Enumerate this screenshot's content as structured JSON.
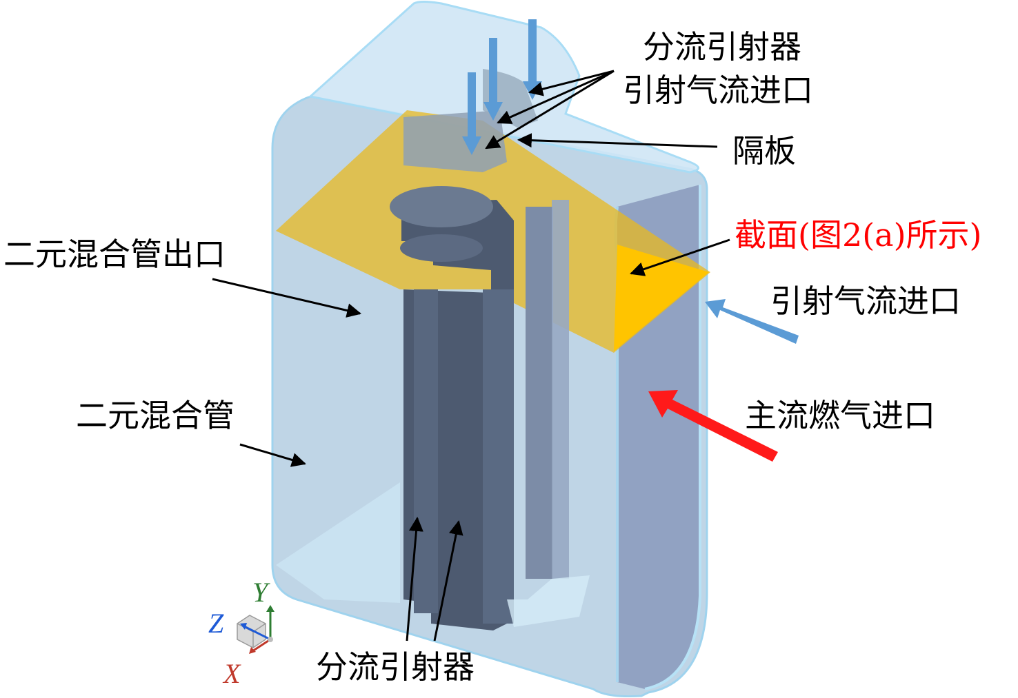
{
  "labels": {
    "splitter_top": "分流引射器",
    "ejector_inlet_top": "引射气流进口",
    "partition": "隔板",
    "section": "截面(图2(a)所示)",
    "mix_outlet": "二元混合管出口",
    "ejector_inlet_right": "引射气流进口",
    "mixing_tube": "二元混合管",
    "main_inlet": "主流燃气进口",
    "splitter_bottom": "分流引射器"
  },
  "axes": {
    "x": "X",
    "y": "Y",
    "z": "Z"
  },
  "colors": {
    "casing": "#bcd9ec",
    "section_plane": "#e8b820",
    "ejector_body": "#4d5a70",
    "ejector_flow_arrow": "#5b9bd5",
    "main_flow_arrow": "#ff0000",
    "section_label": "#ff0000",
    "axis_x": "#c0392b",
    "axis_y": "#2e7d32",
    "axis_z": "#1e5ad6"
  }
}
